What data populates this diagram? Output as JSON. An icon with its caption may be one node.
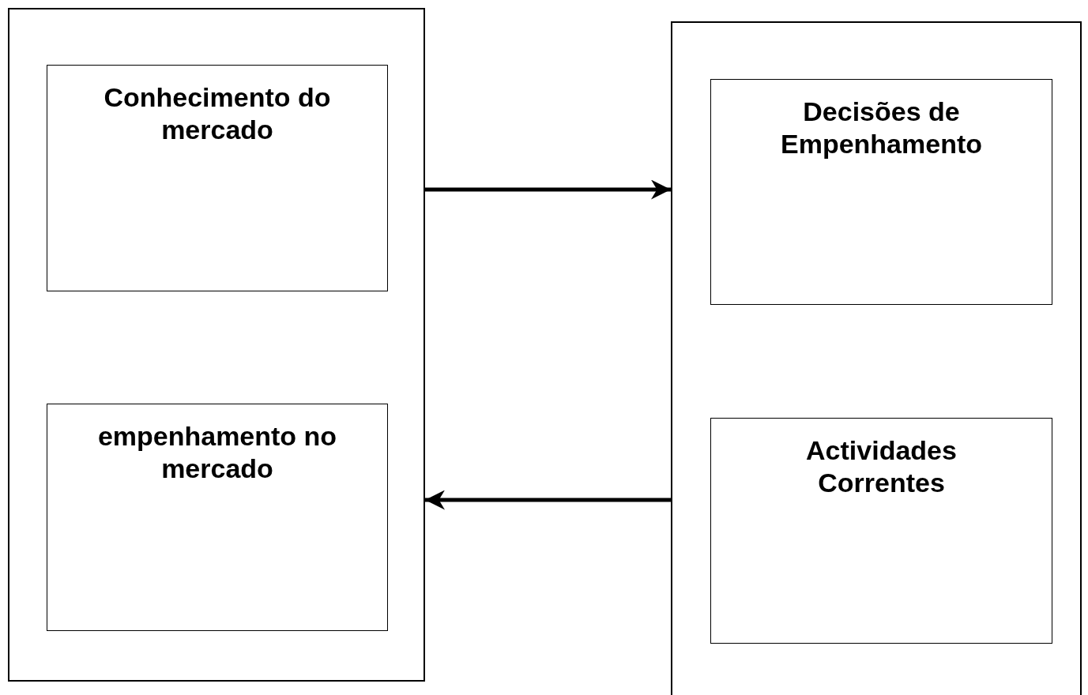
{
  "diagram": {
    "nodes": [
      {
        "text": [],
        "shape": "box"
      },
      {
        "text": [
          "Conhecimento do mercado"
        ],
        "in": 0
      },
      {
        "text": [
          "empenhamento no mercado"
        ],
        "in": 0
      },
      {
        "text": [],
        "shape": "box"
      },
      {
        "text": [
          "Decisões de Empenhamento"
        ],
        "in": 3
      },
      {
        "text": [
          "Actividades Correntes"
        ],
        "in": 3
      }
    ],
    "edges": [
      {
        "from": 0,
        "to": 3,
        "arrow": "to"
      },
      {
        "from": 3,
        "to": 0,
        "arrow": "to"
      }
    ]
  }
}
